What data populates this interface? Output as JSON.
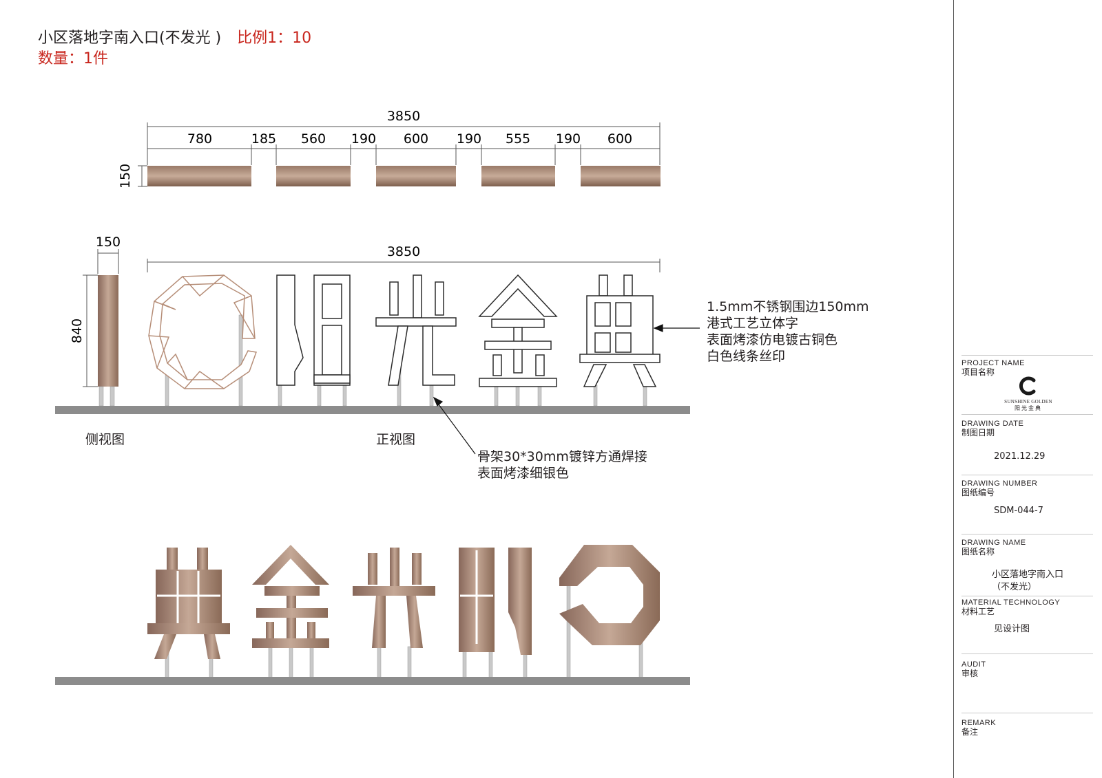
{
  "header": {
    "title": "小区落地字南入口(不发光 )",
    "scale": "比例1：10",
    "quantity": "数量：1件"
  },
  "dimensions": {
    "top_total": "3850",
    "top_segments": [
      "780",
      "185",
      "560",
      "190",
      "600",
      "190",
      "555",
      "190",
      "600"
    ],
    "top_height": "150",
    "front_total": "3850",
    "side_width": "150",
    "side_height": "840"
  },
  "views": {
    "side_label": "侧视图",
    "front_label": "正视图"
  },
  "notes": {
    "letter": [
      "1.5mm不锈钢围边150mm",
      "港式工艺立体字",
      "表面烤漆仿电镀古铜色",
      "白色线条丝印"
    ],
    "frame": [
      "骨架30*30mm镀锌方通焊接",
      "表面烤漆细银色"
    ]
  },
  "colors": {
    "bronze_dark": "#8a6a57",
    "bronze_light": "#c7ab98",
    "ground": "#8c8c8c",
    "post": "#c9c9c9",
    "outline": "#2b2b2b",
    "accent_red": "#c8251c"
  },
  "logo": {
    "line1": "SUNSHINE GOLDEN",
    "line2": "阳光金典"
  },
  "title_block": {
    "project_name_en": "PROJECT NAME",
    "project_name_zh": "项目名称",
    "drawing_date_en": "DRAWING DATE",
    "drawing_date_zh": "制图日期",
    "drawing_date": "2021.12.29",
    "drawing_number_en": "DRAWING NUMBER",
    "drawing_number_zh": "图纸编号",
    "drawing_number": "SDM-044-7",
    "drawing_name_en": "DRAWING NAME",
    "drawing_name_zh": "图纸名称",
    "drawing_name_line1": "小区落地字南入口",
    "drawing_name_line2": "（不发光）",
    "material_en": "MATERIAL TECHNOLOGY",
    "material_zh": "材料工艺",
    "material": "见设计图",
    "audit_en": "AUDIT",
    "audit_zh": "审核",
    "remark_en": "REMARK",
    "remark_zh": "备注"
  }
}
